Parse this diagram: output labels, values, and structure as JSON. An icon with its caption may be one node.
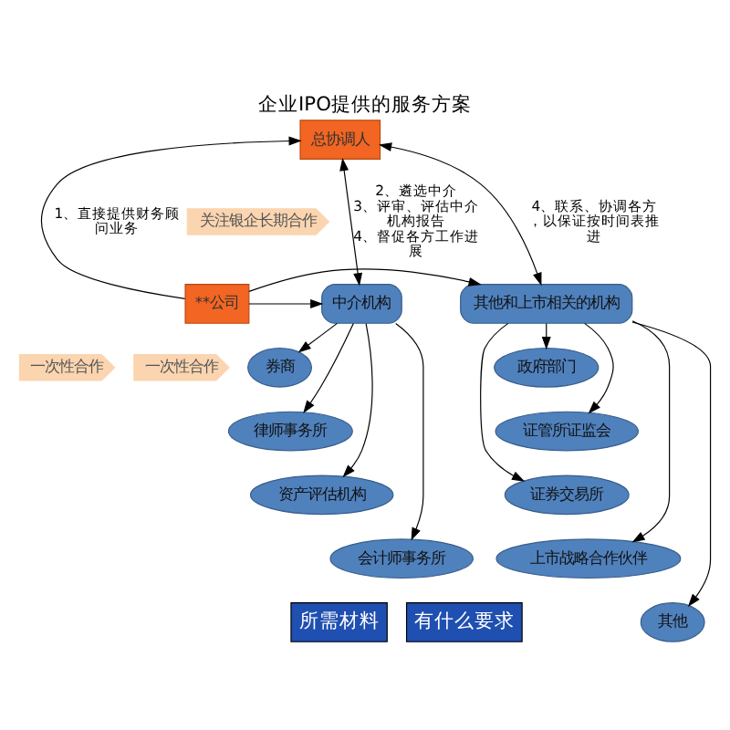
{
  "diagram": {
    "title": "企业IPO提供的服务方案",
    "nodes": [
      {
        "text": [
          "总协调人"
        ]
      },
      {
        "text": [
          "关注银企长期合作"
        ]
      },
      {
        "text": [
          "中介机构"
        ]
      },
      {
        "text": [
          "**公司"
        ]
      },
      {
        "text": [
          "其他和上市相关的机构"
        ]
      },
      {
        "text": [
          "券商"
        ]
      },
      {
        "text": [
          "律师事务所"
        ]
      },
      {
        "text": [
          "资产评估机构"
        ]
      },
      {
        "text": [
          "会计师事务所"
        ]
      },
      {
        "text": [
          "政府部门"
        ]
      },
      {
        "text": [
          "证管所证监会"
        ]
      },
      {
        "text": [
          "证券交易所"
        ]
      },
      {
        "text": [
          "上市战略合作伙伴"
        ]
      },
      {
        "text": [
          "其他"
        ]
      },
      {
        "text": [
          "一次性合作"
        ]
      },
      {
        "text": [
          "一次性合作"
        ]
      }
    ],
    "edges": [
      {
        "from": 2,
        "to": 0,
        "arrow": "both",
        "label": "2、遴选中介 3、评审、评估中介机构报告 4、督促各方工作进展"
      },
      {
        "from": 3,
        "to": 0,
        "arrow": "to",
        "label": "1、直接提供财务顾问业务"
      },
      {
        "from": 4,
        "to": 0,
        "arrow": "both",
        "label": "4、联系、协调各方，以保证按时间表推进"
      },
      {
        "from": 3,
        "to": 2,
        "arrow": "to"
      },
      {
        "from": 3,
        "to": 4,
        "arrow": "to"
      },
      {
        "from": 2,
        "to": 5,
        "arrow": "to"
      },
      {
        "from": 2,
        "to": 6,
        "arrow": "to"
      },
      {
        "from": 2,
        "to": 7,
        "arrow": "to"
      },
      {
        "from": 2,
        "to": 8,
        "arrow": "to"
      },
      {
        "from": 4,
        "to": 9,
        "arrow": "to"
      },
      {
        "from": 4,
        "to": 10,
        "arrow": "to"
      },
      {
        "from": 4,
        "to": 11,
        "arrow": "to"
      },
      {
        "from": 4,
        "to": 12,
        "arrow": "to"
      },
      {
        "from": 4,
        "to": 13,
        "arrow": "to"
      }
    ],
    "labels": [
      "所需材料",
      "有什么要求"
    ]
  }
}
